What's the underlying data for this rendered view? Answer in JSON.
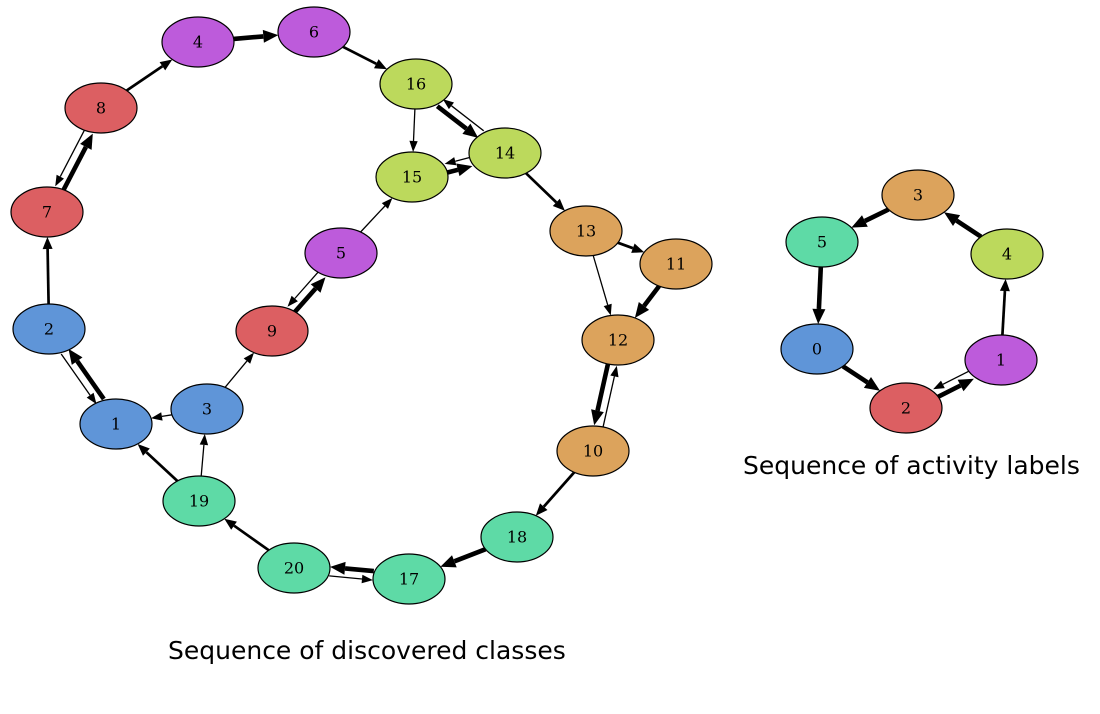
{
  "colors": {
    "blue": "#5f95d8",
    "red": "#dc5f62",
    "purple": "#bd5bdb",
    "yellowgreen": "#bcd95c",
    "orange": "#dca35c",
    "teal": "#5edaa6",
    "edge": "#000000",
    "node_outline": "#000000"
  },
  "graphs": [
    {
      "caption": "Sequence of discovered classes",
      "nodes": [
        {
          "id": "1",
          "label": "1",
          "color": "blue"
        },
        {
          "id": "2",
          "label": "2",
          "color": "blue"
        },
        {
          "id": "3",
          "label": "3",
          "color": "blue"
        },
        {
          "id": "7",
          "label": "7",
          "color": "red"
        },
        {
          "id": "8",
          "label": "8",
          "color": "red"
        },
        {
          "id": "9",
          "label": "9",
          "color": "red"
        },
        {
          "id": "4",
          "label": "4",
          "color": "purple"
        },
        {
          "id": "6",
          "label": "6",
          "color": "purple"
        },
        {
          "id": "5",
          "label": "5",
          "color": "purple"
        },
        {
          "id": "16",
          "label": "16",
          "color": "yellowgreen"
        },
        {
          "id": "14",
          "label": "14",
          "color": "yellowgreen"
        },
        {
          "id": "15",
          "label": "15",
          "color": "yellowgreen"
        },
        {
          "id": "13",
          "label": "13",
          "color": "orange"
        },
        {
          "id": "11",
          "label": "11",
          "color": "orange"
        },
        {
          "id": "12",
          "label": "12",
          "color": "orange"
        },
        {
          "id": "10",
          "label": "10",
          "color": "orange"
        },
        {
          "id": "18",
          "label": "18",
          "color": "teal"
        },
        {
          "id": "17",
          "label": "17",
          "color": "teal"
        },
        {
          "id": "20",
          "label": "20",
          "color": "teal"
        },
        {
          "id": "19",
          "label": "19",
          "color": "teal"
        }
      ],
      "edges": [
        {
          "from": "1",
          "to": "2",
          "weight": "heavy"
        },
        {
          "from": "2",
          "to": "1",
          "weight": "thin"
        },
        {
          "from": "2",
          "to": "7",
          "weight": "medium"
        },
        {
          "from": "7",
          "to": "8",
          "weight": "heavy"
        },
        {
          "from": "8",
          "to": "7",
          "weight": "thin"
        },
        {
          "from": "8",
          "to": "4",
          "weight": "medium"
        },
        {
          "from": "4",
          "to": "6",
          "weight": "heavy"
        },
        {
          "from": "6",
          "to": "16",
          "weight": "medium"
        },
        {
          "from": "16",
          "to": "14",
          "weight": "heavy"
        },
        {
          "from": "14",
          "to": "16",
          "weight": "thin"
        },
        {
          "from": "16",
          "to": "15",
          "weight": "thin"
        },
        {
          "from": "15",
          "to": "14",
          "weight": "heavy"
        },
        {
          "from": "14",
          "to": "15",
          "weight": "thin"
        },
        {
          "from": "14",
          "to": "13",
          "weight": "medium"
        },
        {
          "from": "13",
          "to": "11",
          "weight": "medium"
        },
        {
          "from": "13",
          "to": "12",
          "weight": "thin"
        },
        {
          "from": "11",
          "to": "12",
          "weight": "heavy"
        },
        {
          "from": "12",
          "to": "10",
          "weight": "heavy"
        },
        {
          "from": "10",
          "to": "12",
          "weight": "thin"
        },
        {
          "from": "10",
          "to": "18",
          "weight": "medium"
        },
        {
          "from": "18",
          "to": "17",
          "weight": "heavy"
        },
        {
          "from": "17",
          "to": "20",
          "weight": "heavy"
        },
        {
          "from": "20",
          "to": "17",
          "weight": "thin"
        },
        {
          "from": "20",
          "to": "19",
          "weight": "medium"
        },
        {
          "from": "19",
          "to": "1",
          "weight": "medium"
        },
        {
          "from": "19",
          "to": "3",
          "weight": "thin"
        },
        {
          "from": "3",
          "to": "1",
          "weight": "thin"
        },
        {
          "from": "3",
          "to": "9",
          "weight": "thin"
        },
        {
          "from": "9",
          "to": "5",
          "weight": "heavy"
        },
        {
          "from": "5",
          "to": "9",
          "weight": "thin"
        },
        {
          "from": "5",
          "to": "15",
          "weight": "thin"
        }
      ]
    },
    {
      "caption": "Sequence of activity labels",
      "nodes": [
        {
          "id": "a3",
          "label": "3",
          "color": "orange"
        },
        {
          "id": "a5",
          "label": "5",
          "color": "teal"
        },
        {
          "id": "a4",
          "label": "4",
          "color": "yellowgreen"
        },
        {
          "id": "a0",
          "label": "0",
          "color": "blue"
        },
        {
          "id": "a1",
          "label": "1",
          "color": "purple"
        },
        {
          "id": "a2",
          "label": "2",
          "color": "red"
        }
      ],
      "edges": [
        {
          "from": "a3",
          "to": "a5",
          "weight": "heavy"
        },
        {
          "from": "a5",
          "to": "a0",
          "weight": "heavy"
        },
        {
          "from": "a0",
          "to": "a2",
          "weight": "heavy"
        },
        {
          "from": "a2",
          "to": "a1",
          "weight": "heavy"
        },
        {
          "from": "a1",
          "to": "a2",
          "weight": "thin"
        },
        {
          "from": "a1",
          "to": "a4",
          "weight": "medium"
        },
        {
          "from": "a4",
          "to": "a3",
          "weight": "heavy"
        }
      ]
    }
  ]
}
